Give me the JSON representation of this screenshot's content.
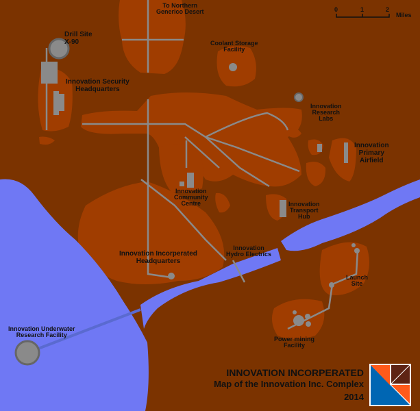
{
  "labels": {
    "north": "To Northern\nGenerico Desert",
    "drill_site": "Drill Site",
    "drill_site_id": "X-90",
    "security_hq": "Innovation Security\nHeadquarters",
    "coolant": "Coolant Storage\nFacility",
    "research_labs": "Innovation\nResearch\nLabs",
    "airfield": "Innovation\nPrimary\nAirfield",
    "community": "Innovation\nCommunity\nCentre",
    "transport": "Innovation\nTransport\nHub",
    "hq": "Innovation Incorperated\nHeadquarters",
    "hydro": "Innovation\nHydro Electrics",
    "launch": "Launch\nSite",
    "underwater": "Innovation Underwater\nResearch Facility",
    "power": "Power mining\nFacility"
  },
  "scale": {
    "ticks": [
      "0",
      "1",
      "2"
    ],
    "unit": "Miles"
  },
  "title": {
    "line1": "INNOVATION INCORPERATED",
    "line2": "Map of the Innovation Inc. Complex",
    "line3": "2014"
  },
  "colors": {
    "background": "#7b3300",
    "land": "#a03d00",
    "water": "#6f78f4",
    "road": "#8a8a8a",
    "logo_blue": "#0066b3",
    "logo_orange": "#ff5a1a",
    "logo_brown": "#5e2414"
  }
}
